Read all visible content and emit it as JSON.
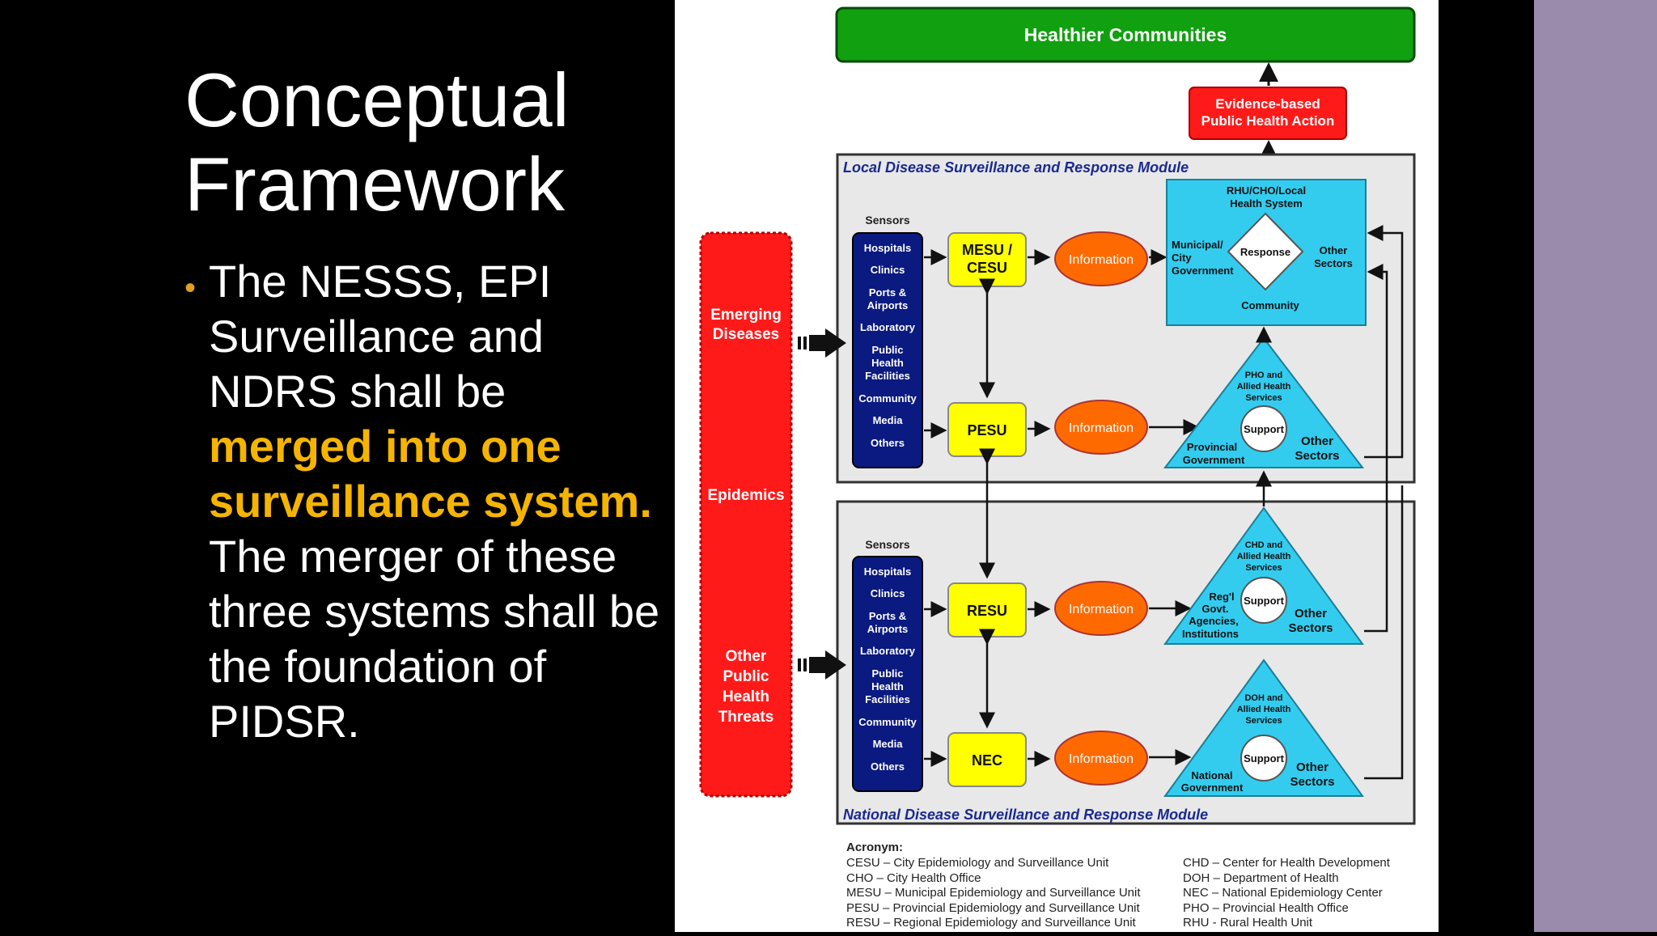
{
  "slide": {
    "title_line1": "Conceptual",
    "title_line2": "Framework",
    "bullet_pre": "The NESSS, EPI Surveillance and NDRS shall be ",
    "bullet_highlight": "merged into one surveillance system.",
    "bullet_post": " The merger of these three systems shall be the foundation of PIDSR."
  },
  "diagram": {
    "top_box": "Healthier Communities",
    "evidence_line1": "Evidence-based",
    "evidence_line2": "Public Health Action",
    "local_module": "Local Disease Surveillance and Response Module",
    "national_module": "National Disease Surveillance and Response Module",
    "threats": {
      "emerging1": "Emerging",
      "emerging2": "Diseases",
      "epidemics": "Epidemics",
      "other1": "Other",
      "other2": "Public",
      "other3": "Health",
      "other4": "Threats"
    },
    "sensors_label": "Sensors",
    "sensors": [
      "Hospitals",
      "Clinics",
      "Ports &",
      "Airports",
      "Laboratory",
      "Public",
      "Health",
      "Facilities",
      "Community",
      "Media",
      "Others"
    ],
    "units": {
      "mesu1": "MESU /",
      "mesu2": "CESU",
      "pesu": "PESU",
      "resu": "RESU",
      "nec": "NEC"
    },
    "information": "Information",
    "local_system": {
      "title1": "RHU/CHO/Local",
      "title2": "Health System",
      "left1": "Municipal/",
      "left2": "City",
      "left3": "Government",
      "center": "Response",
      "right1": "Other",
      "right2": "Sectors",
      "bottom": "Community"
    },
    "tri_pho": {
      "top1": "PHO and",
      "top2": "Allied Health",
      "top3": "Services",
      "center": "Support",
      "left1": "Provincial",
      "left2": "Government",
      "right1": "Other",
      "right2": "Sectors"
    },
    "tri_chd": {
      "top1": "CHD and",
      "top2": "Allied Health",
      "top3": "Services",
      "center": "Support",
      "left1": "Reg'l",
      "left2": "Govt.",
      "left3": "Agencies,",
      "left4": "Institutions",
      "right1": "Other",
      "right2": "Sectors"
    },
    "tri_doh": {
      "top1": "DOH and",
      "top2": "Allied Health",
      "top3": "Services",
      "center": "Support",
      "left1": "National",
      "left2": "Government",
      "right1": "Other",
      "right2": "Sectors"
    },
    "acronym_title": "Acronym:",
    "acronyms_left": [
      "CESU – City Epidemiology and Surveillance Unit",
      "CHO   – City Health Office",
      "MESU – Municipal Epidemiology and Surveillance Unit",
      "PESU – Provincial Epidemiology and Surveillance Unit",
      "RESU – Regional Epidemiology and Surveillance Unit"
    ],
    "acronyms_right": [
      "CHD   – Center for Health Development",
      "DOH   – Department of Health",
      "NEC   – National Epidemiology Center",
      "PHO   – Provincial Health Office",
      "RHU   - Rural Health Unit"
    ],
    "colors": {
      "green": "#10a010",
      "red": "#ff1a1a",
      "navy": "#0a1a80",
      "yellow": "#ffff00",
      "orange": "#ff6a00",
      "cyan": "#33ccee",
      "module_border": "#555555",
      "highlight": "#f4b400"
    }
  }
}
